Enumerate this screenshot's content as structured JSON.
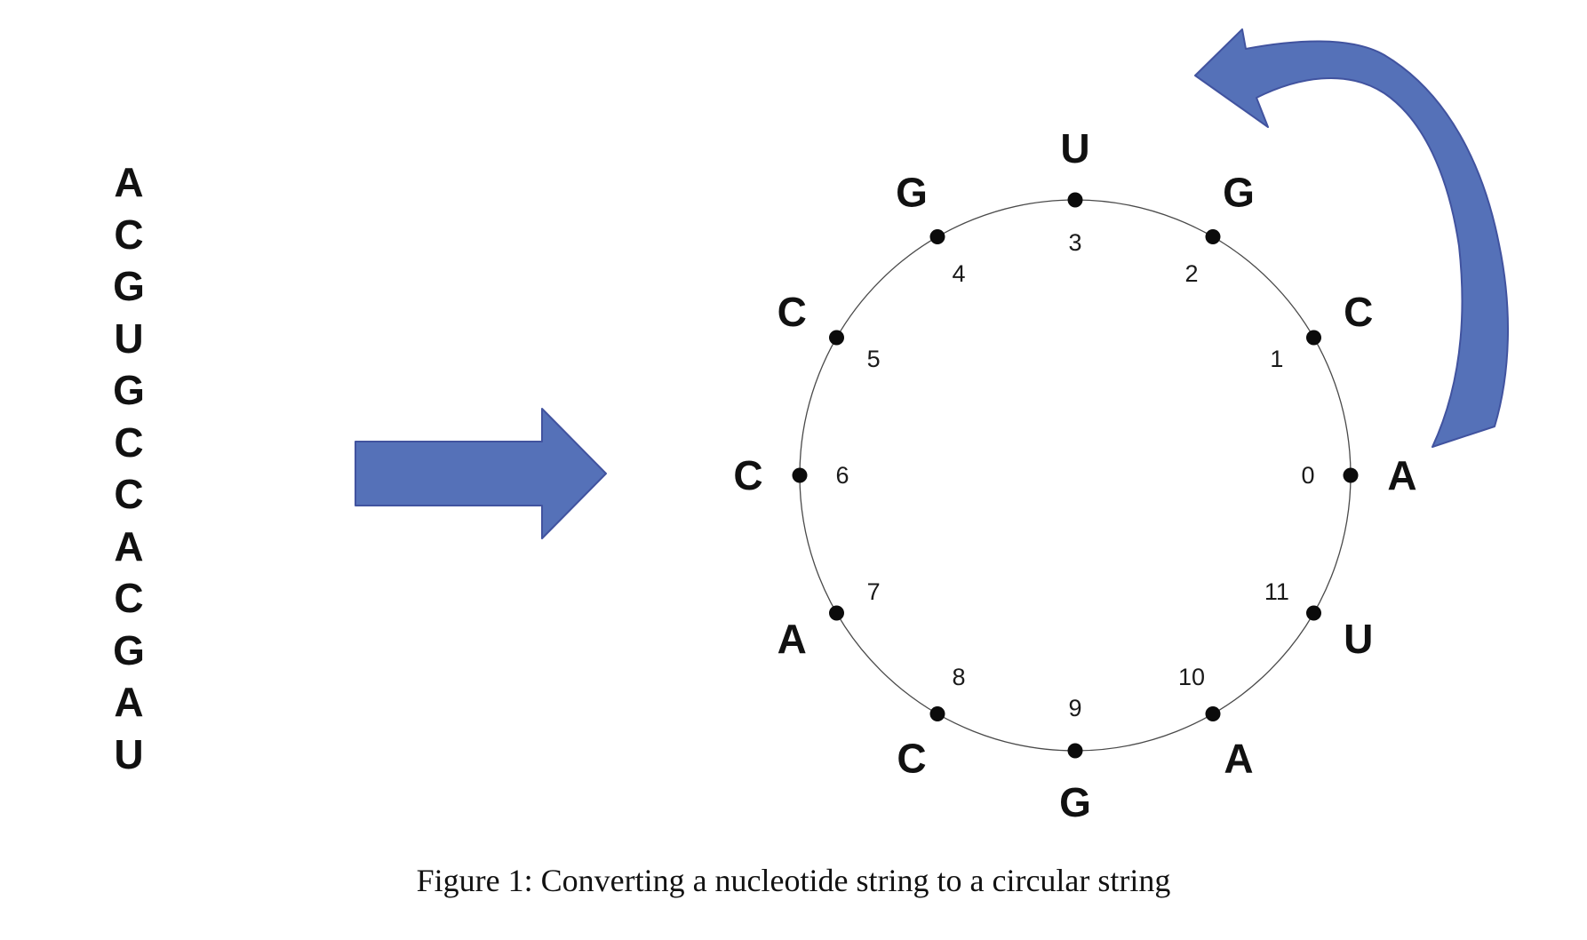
{
  "figure": {
    "caption": "Figure 1: Converting a nucleotide string to a circular string",
    "sequence": [
      "A",
      "C",
      "G",
      "U",
      "G",
      "C",
      "C",
      "A",
      "C",
      "G",
      "A",
      "U"
    ],
    "diagram": {
      "type": "circular-string",
      "direction": "counterclockwise",
      "start_index_position": "right",
      "nodes": [
        {
          "index": "0",
          "letter": "A",
          "angle_deg": 0
        },
        {
          "index": "1",
          "letter": "C",
          "angle_deg": 30
        },
        {
          "index": "2",
          "letter": "G",
          "angle_deg": 60
        },
        {
          "index": "3",
          "letter": "U",
          "angle_deg": 90
        },
        {
          "index": "4",
          "letter": "G",
          "angle_deg": 120
        },
        {
          "index": "5",
          "letter": "C",
          "angle_deg": 150
        },
        {
          "index": "6",
          "letter": "C",
          "angle_deg": 180
        },
        {
          "index": "7",
          "letter": "A",
          "angle_deg": 210
        },
        {
          "index": "8",
          "letter": "C",
          "angle_deg": 240
        },
        {
          "index": "9",
          "letter": "G",
          "angle_deg": 270
        },
        {
          "index": "10",
          "letter": "A",
          "angle_deg": 300
        },
        {
          "index": "11",
          "letter": "U",
          "angle_deg": 330
        }
      ]
    },
    "colors": {
      "arrow_fill": "#5571b8",
      "arrow_stroke": "#41539f",
      "node_dot": "#0b0b0b",
      "circle_outline": "#4a4a4a"
    }
  }
}
